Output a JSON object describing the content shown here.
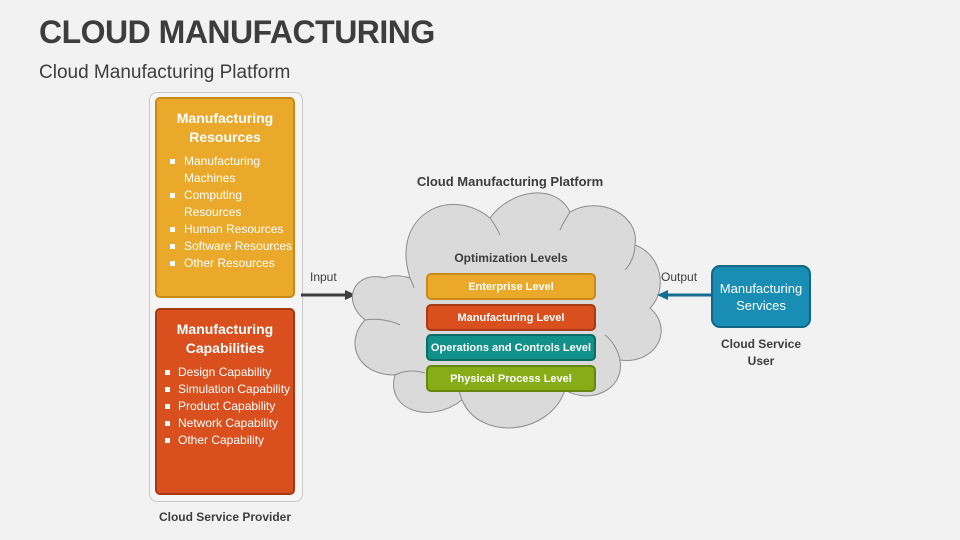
{
  "header": {
    "title": "CLOUD MANUFACTURING",
    "subtitle": "Cloud Manufacturing Platform"
  },
  "provider": {
    "label": "Cloud Service Provider",
    "resources": {
      "title": "Manufacturing Resources",
      "color": "#eaa92b",
      "items": [
        "Manufacturing Machines",
        "Computing Resources",
        "Human Resources",
        "Software Resources",
        "Other Resources"
      ]
    },
    "capabilities": {
      "title": "Manufacturing Capabilities",
      "color": "#d94f1e",
      "items": [
        "Design Capability",
        "Simulation Capability",
        "Product Capability",
        "Network Capability",
        "Other Capability"
      ]
    }
  },
  "flow": {
    "input_label": "Input",
    "output_label": "Output"
  },
  "platform": {
    "title": "Cloud Manufacturing Platform",
    "levels_title": "Optimization Levels",
    "levels": [
      {
        "label": "Enterprise Level",
        "color": "#eaa92b",
        "border": "#c98a17"
      },
      {
        "label": "Manufacturing Level",
        "color": "#d94f1e",
        "border": "#a83a12"
      },
      {
        "label": "Operations and Controls Level",
        "color": "#12918a",
        "border": "#0b6c66"
      },
      {
        "label": "Physical Process Level",
        "color": "#86ad17",
        "border": "#66860f"
      }
    ]
  },
  "user": {
    "service_label": "Manufacturing Services",
    "label": "Cloud Service User",
    "color": "#1a8db5"
  }
}
